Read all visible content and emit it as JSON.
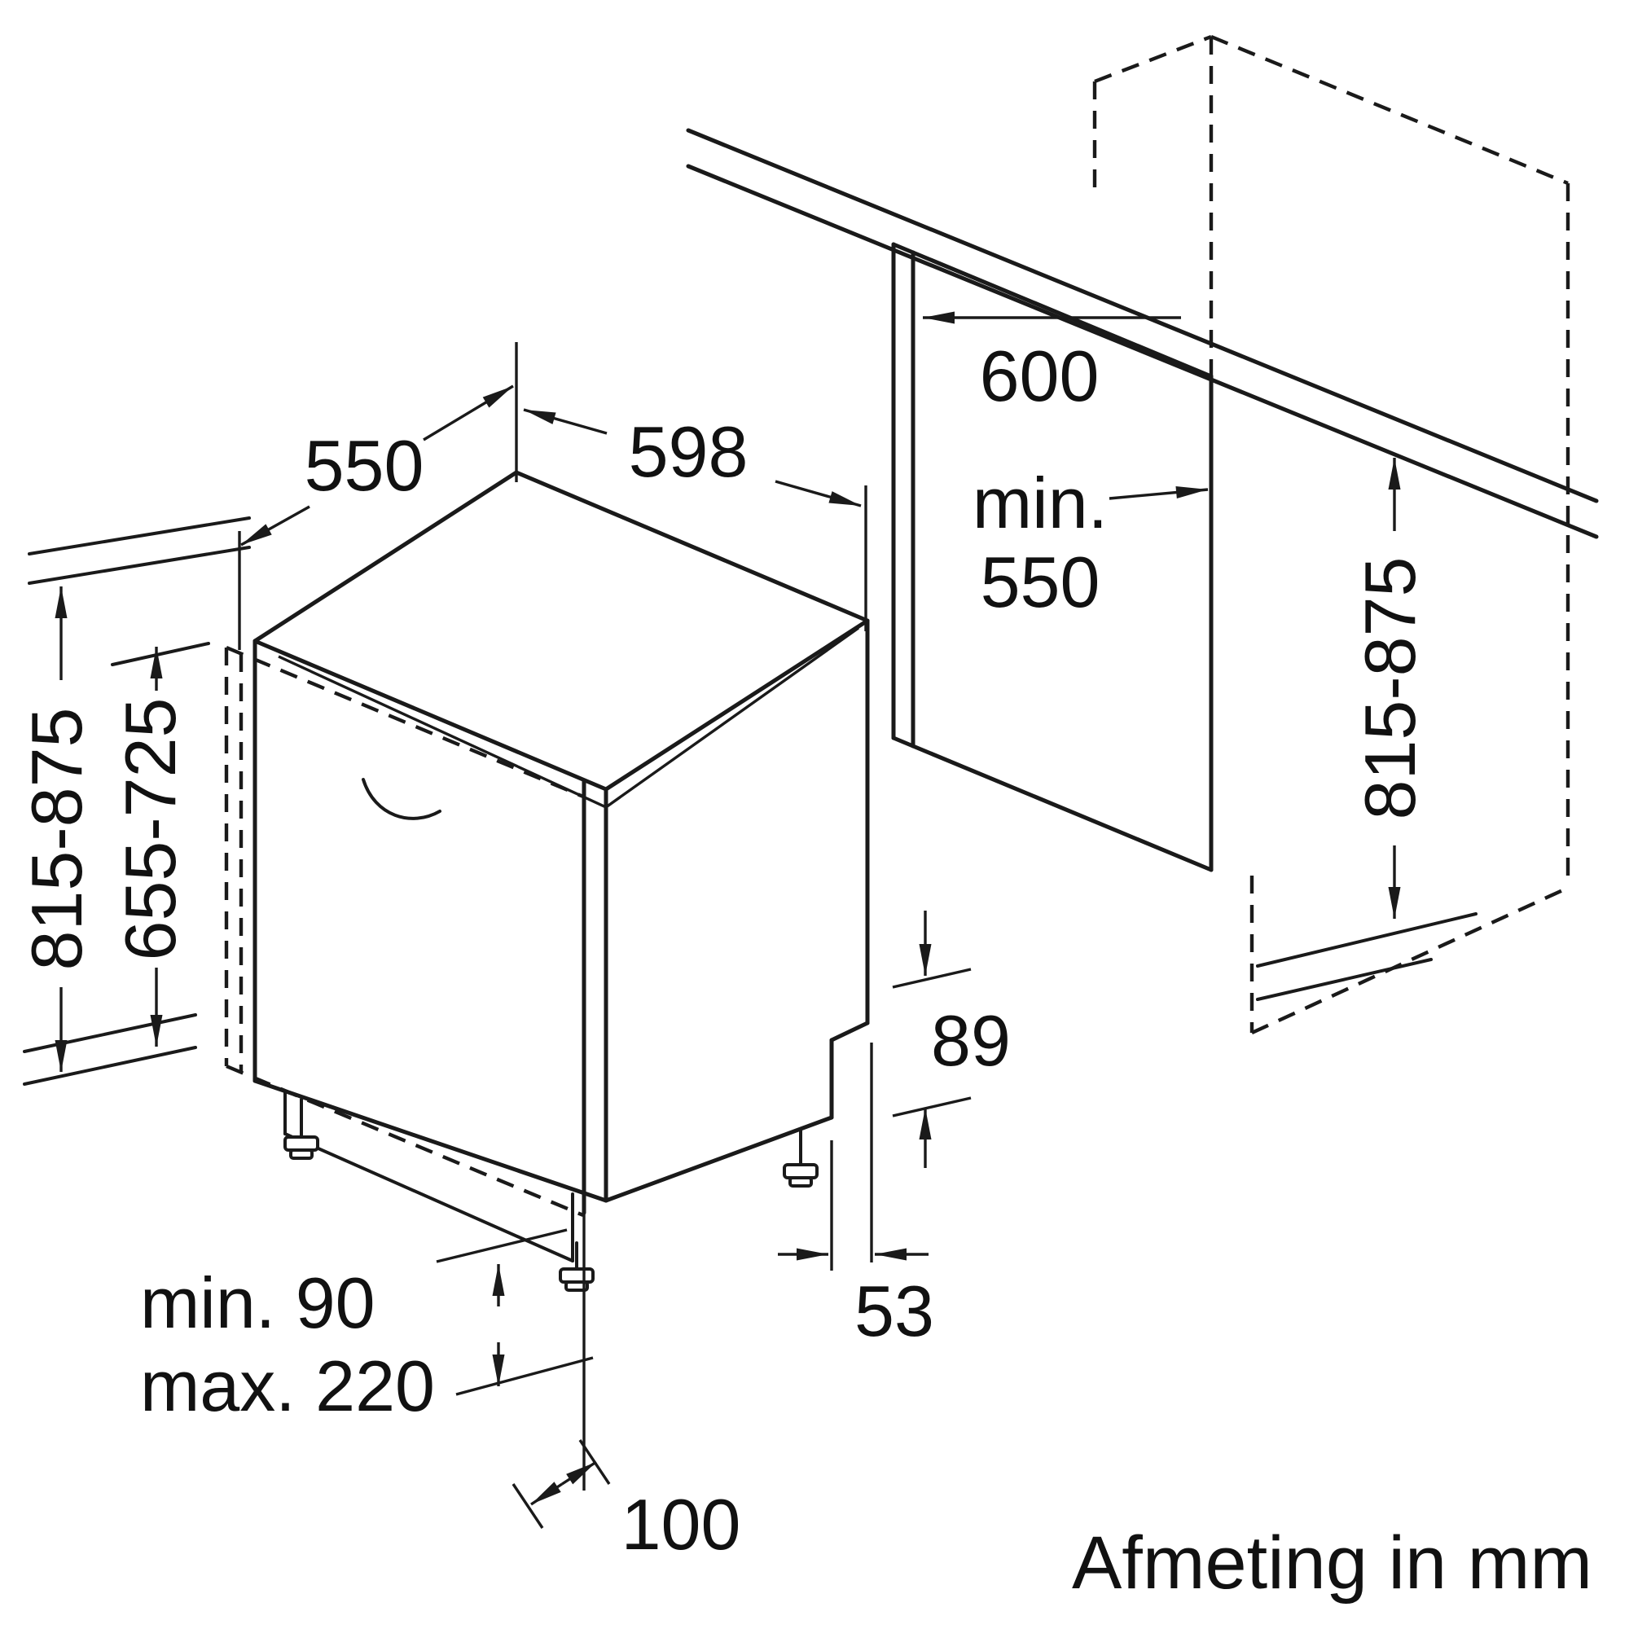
{
  "diagram": {
    "unit": "mm",
    "labels": {
      "appliance_depth": "550",
      "appliance_width": "598",
      "niche_width": "600",
      "niche_depth_min": "min.",
      "niche_depth_value": "550",
      "appliance_height": "815-875",
      "furniture_door_height": "655-725",
      "niche_height": "815-875",
      "rear_notch_height": "89",
      "rear_notch_depth": "53",
      "front_foot_distance": "100",
      "plinth_min": "min. 90",
      "plinth_max": "max. 220",
      "caption": "Afmeting in mm"
    }
  }
}
